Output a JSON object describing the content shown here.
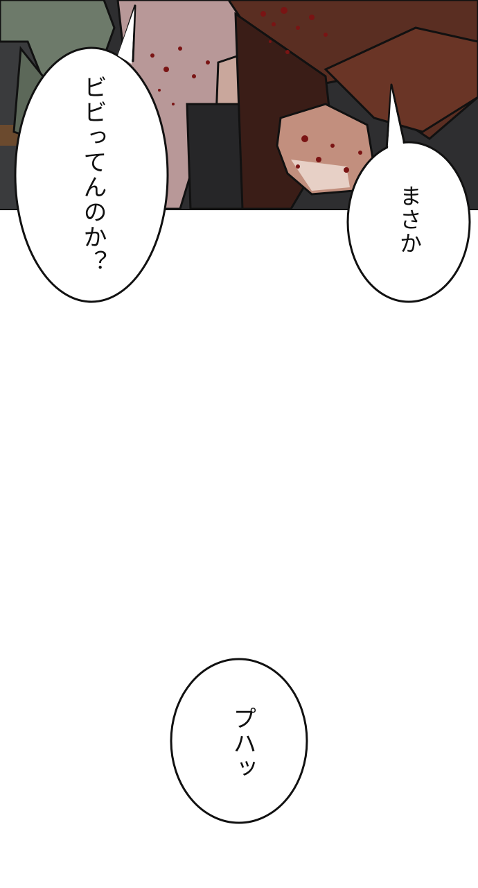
{
  "bubbles": [
    {
      "text": "ビビってんのか？"
    },
    {
      "text": "まさか"
    },
    {
      "text": "プハッ"
    }
  ],
  "colors": {
    "background": "#ffffff",
    "outline": "#111111",
    "blood": "#7a1414",
    "coat_dark": "#3a1d17",
    "coat_mid": "#5a2e22",
    "shirt_pink": "#b89898",
    "jacket_green": "#6d7a6a"
  }
}
